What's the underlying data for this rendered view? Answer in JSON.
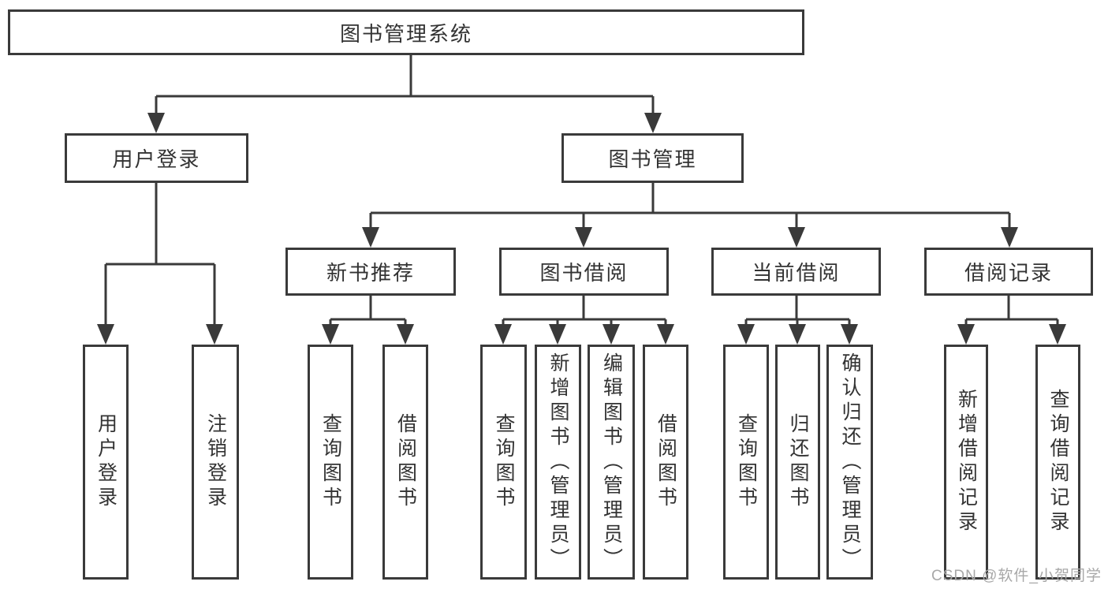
{
  "colors": {
    "line": "#3a3a3a",
    "text": "#333333",
    "watermark": "#a8a8a8",
    "background": "#ffffff"
  },
  "watermark": "CSDN @软件_小贺同学",
  "tree": {
    "root": "图书管理系统",
    "branches": [
      {
        "label": "用户登录",
        "children": [
          "用户登录",
          "注销登录"
        ]
      },
      {
        "label": "图书管理",
        "groups": [
          {
            "label": "新书推荐",
            "children": [
              "查询图书",
              "借阅图书"
            ]
          },
          {
            "label": "图书借阅",
            "children": [
              "查询图书",
              "新增图书（管理员）",
              "编辑图书（管理员）",
              "借阅图书"
            ]
          },
          {
            "label": "当前借阅",
            "children": [
              "查询图书",
              "归还图书",
              "确认归还（管理员）"
            ]
          },
          {
            "label": "借阅记录",
            "children": [
              "新增借阅记录",
              "查询借阅记录"
            ]
          }
        ]
      }
    ]
  }
}
